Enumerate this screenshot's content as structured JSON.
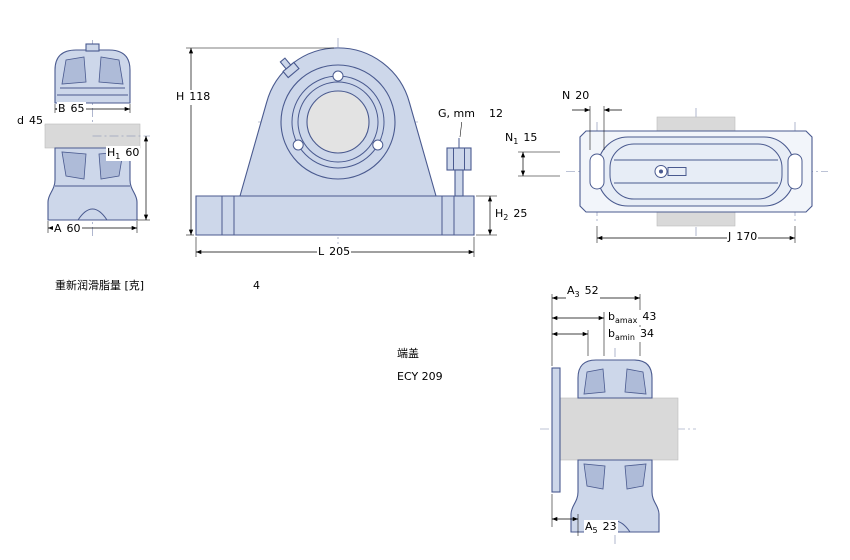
{
  "dims": {
    "B": {
      "name": "B",
      "sub": "",
      "value": "65"
    },
    "d": {
      "name": "d",
      "sub": "",
      "value": "45"
    },
    "H1": {
      "name": "H",
      "sub": "1",
      "value": "60"
    },
    "A": {
      "name": "A",
      "sub": "",
      "value": "60"
    },
    "H": {
      "name": "H",
      "sub": "",
      "value": "118"
    },
    "G": {
      "name": "G, mm",
      "sub": "",
      "value": "12"
    },
    "H2": {
      "name": "H",
      "sub": "2",
      "value": "25"
    },
    "L": {
      "name": "L",
      "sub": "",
      "value": "205"
    },
    "N": {
      "name": "N",
      "sub": "",
      "value": "20"
    },
    "N1": {
      "name": "N",
      "sub": "1",
      "value": "15"
    },
    "J": {
      "name": "J",
      "sub": "",
      "value": "170"
    },
    "A3": {
      "name": "A",
      "sub": "3",
      "value": "52"
    },
    "bamax": {
      "name": "b",
      "sub": "amax",
      "value": "43"
    },
    "bamin": {
      "name": "b",
      "sub": "amin",
      "value": "34"
    },
    "A5": {
      "name": "A",
      "sub": "5",
      "value": "23"
    }
  },
  "notes": {
    "regrease_label": "重新润滑脂量 [克]",
    "regrease_value": "4",
    "end_cover_label": "端盖",
    "end_cover_value": "ECY 209"
  },
  "colors": {
    "line": "#4a5a8f",
    "fill_light": "#cdd7ea",
    "fill_mid": "#aebbd8",
    "shaft": "#d9d9d9",
    "dim": "#000000"
  }
}
